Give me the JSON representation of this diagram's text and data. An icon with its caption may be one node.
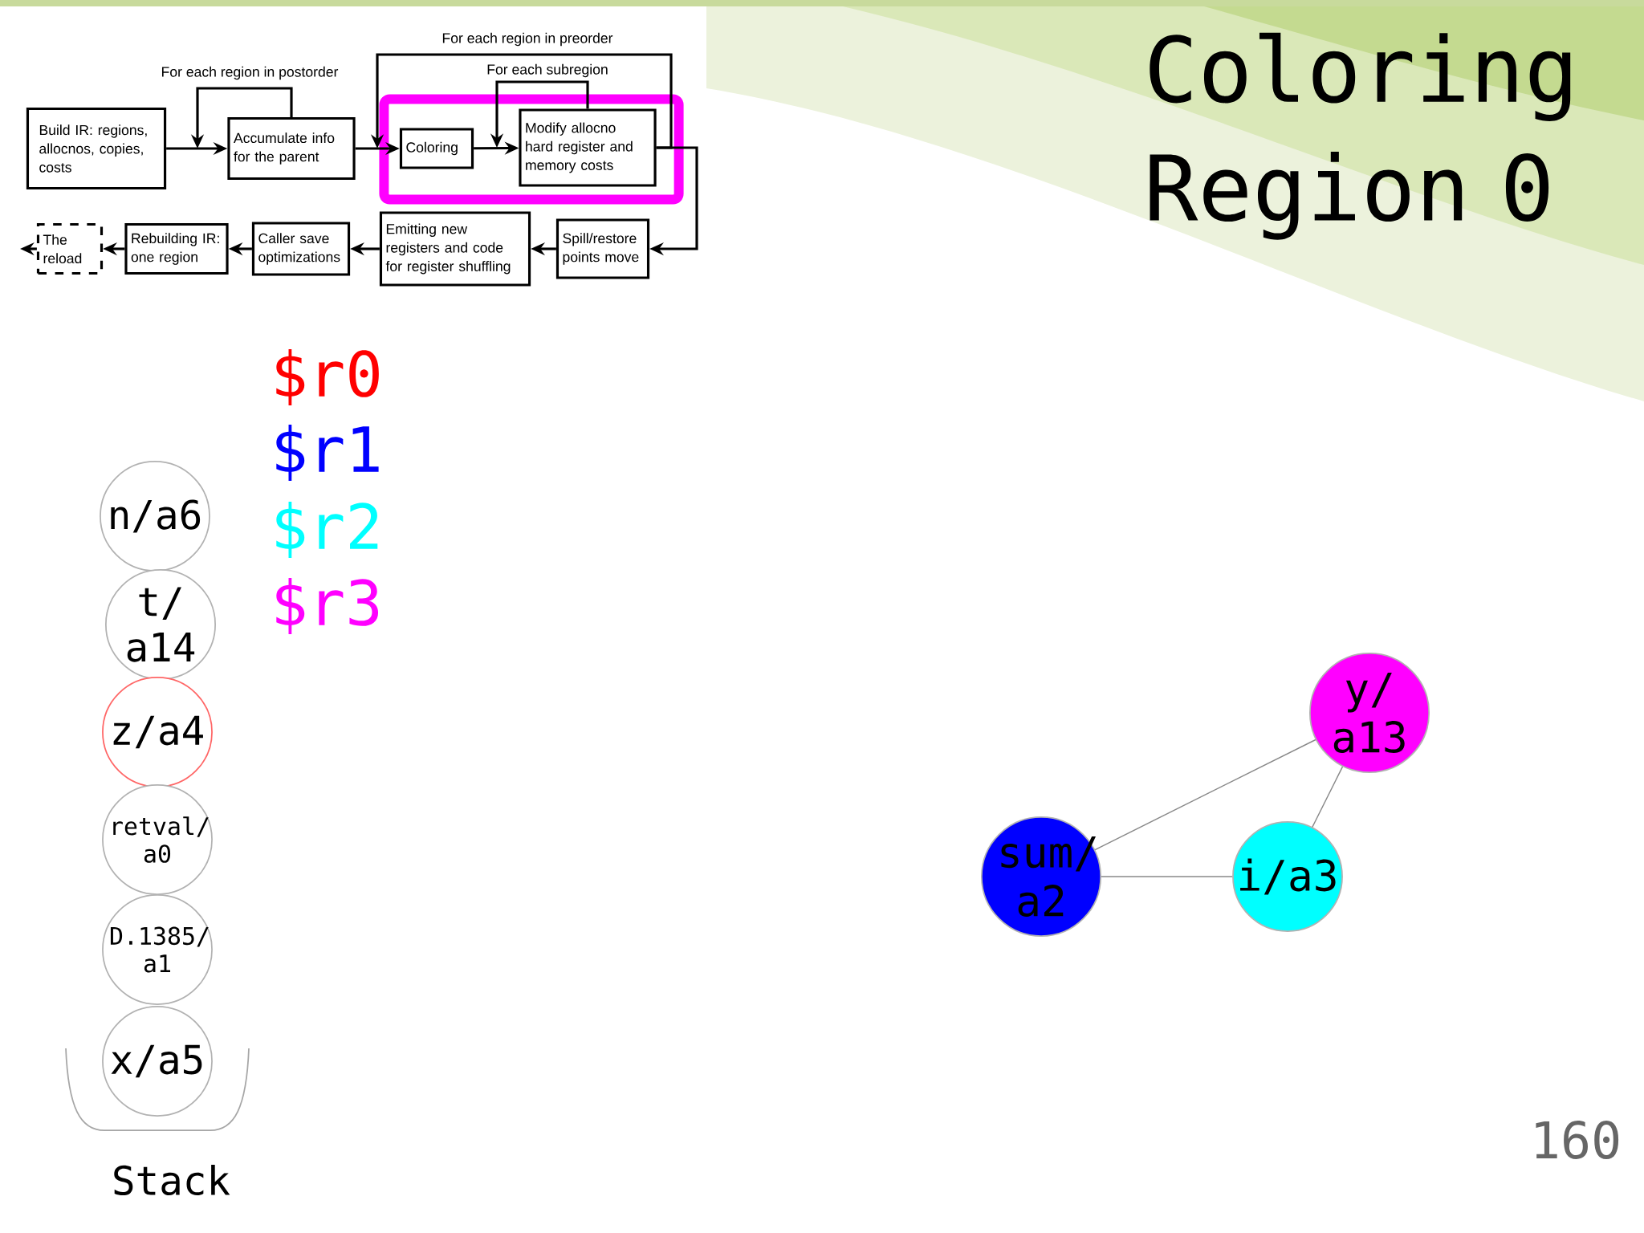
{
  "diagram": {
    "title": "Coloring Region 0",
    "nodes": [
      {
        "text": [
          "Build IR: regions, allocnos, copies, costs"
        ]
      },
      {
        "text": [
          "Accumulate info for the parent"
        ]
      },
      {
        "text": [],
        "shape": "box"
      },
      {
        "text": [
          "Coloring"
        ],
        "in": 2
      },
      {
        "text": [
          "Modify allocno hard register and memory costs"
        ],
        "in": 2
      },
      {
        "text": [
          "Spill/restore points move"
        ]
      },
      {
        "text": [
          "Emitting new registers and code for register shuffling"
        ]
      },
      {
        "text": [
          "Caller save optimizations"
        ]
      },
      {
        "text": [
          "Rebuilding IR: one region"
        ]
      },
      {
        "text": [
          "The reload"
        ]
      },
      {
        "text": [
          "n/a6"
        ]
      },
      {
        "text": [
          "t/ a14"
        ]
      },
      {
        "text": [
          "z/a4"
        ]
      },
      {
        "text": [
          "retval/ a0"
        ]
      },
      {
        "text": [
          "D.1385/ a1"
        ]
      },
      {
        "text": [
          "x/a5"
        ]
      },
      {
        "text": [
          "sum/ a2"
        ]
      },
      {
        "text": [
          "i/a3"
        ]
      },
      {
        "text": [
          "y/ a13"
        ]
      }
    ],
    "edges": [
      {
        "from": 0,
        "to": 1,
        "arrow": "to"
      },
      {
        "from": 1,
        "to": 1,
        "arrow": "to",
        "label": "For each region in postorder"
      },
      {
        "from": 1,
        "to": 3,
        "arrow": "to"
      },
      {
        "from": 3,
        "to": 4,
        "arrow": "to"
      },
      {
        "from": 4,
        "to": 4,
        "arrow": "to",
        "label": "For each subregion"
      },
      {
        "from": 4,
        "to": 3,
        "arrow": "to",
        "label": "For each region in preorder"
      },
      {
        "from": 4,
        "to": 5,
        "arrow": "to"
      },
      {
        "from": 5,
        "to": 6,
        "arrow": "to"
      },
      {
        "from": 6,
        "to": 7,
        "arrow": "to"
      },
      {
        "from": 7,
        "to": 8,
        "arrow": "to"
      },
      {
        "from": 8,
        "to": 9,
        "arrow": "to"
      },
      {
        "from": 9,
        "to": null,
        "arrow": "to"
      },
      {
        "from": 16,
        "to": 18,
        "arrow": "none",
        "color": "#888888"
      },
      {
        "from": 16,
        "to": 17,
        "arrow": "none",
        "color": "#888888"
      },
      {
        "from": 17,
        "to": 18,
        "arrow": "none",
        "color": "#888888"
      }
    ],
    "labels": [
      "$r0",
      "$r1",
      "$r2",
      "$r3",
      "Stack",
      "160"
    ]
  }
}
